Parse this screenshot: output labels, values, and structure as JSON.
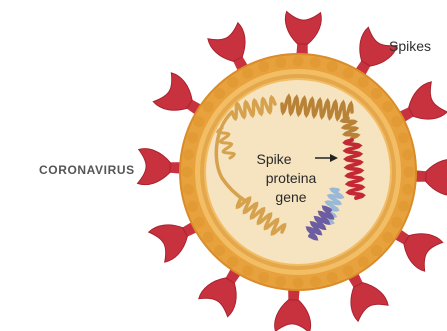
{
  "labels": {
    "spikes": "Spikes",
    "virus": "CORONAVIRUS",
    "gene_line1": "Spike",
    "gene_line2": "proteina",
    "gene_line3": "gene",
    "arrow": "→"
  },
  "colors": {
    "spike": "#c8323e",
    "spike_tip": "#a8232e",
    "outer_shell": "#e7a13d",
    "outer_shell_dark": "#d98c28",
    "membrane_ring": "#f2bd63",
    "inner_ring": "#e4a74c",
    "core": "#f6e3c0",
    "rna": "#d6a24d",
    "rna_dark": "#b98337",
    "spike_gene": "#c42834",
    "gene_purple": "#6c5da2",
    "gene_blue": "#9ab8d7"
  }
}
